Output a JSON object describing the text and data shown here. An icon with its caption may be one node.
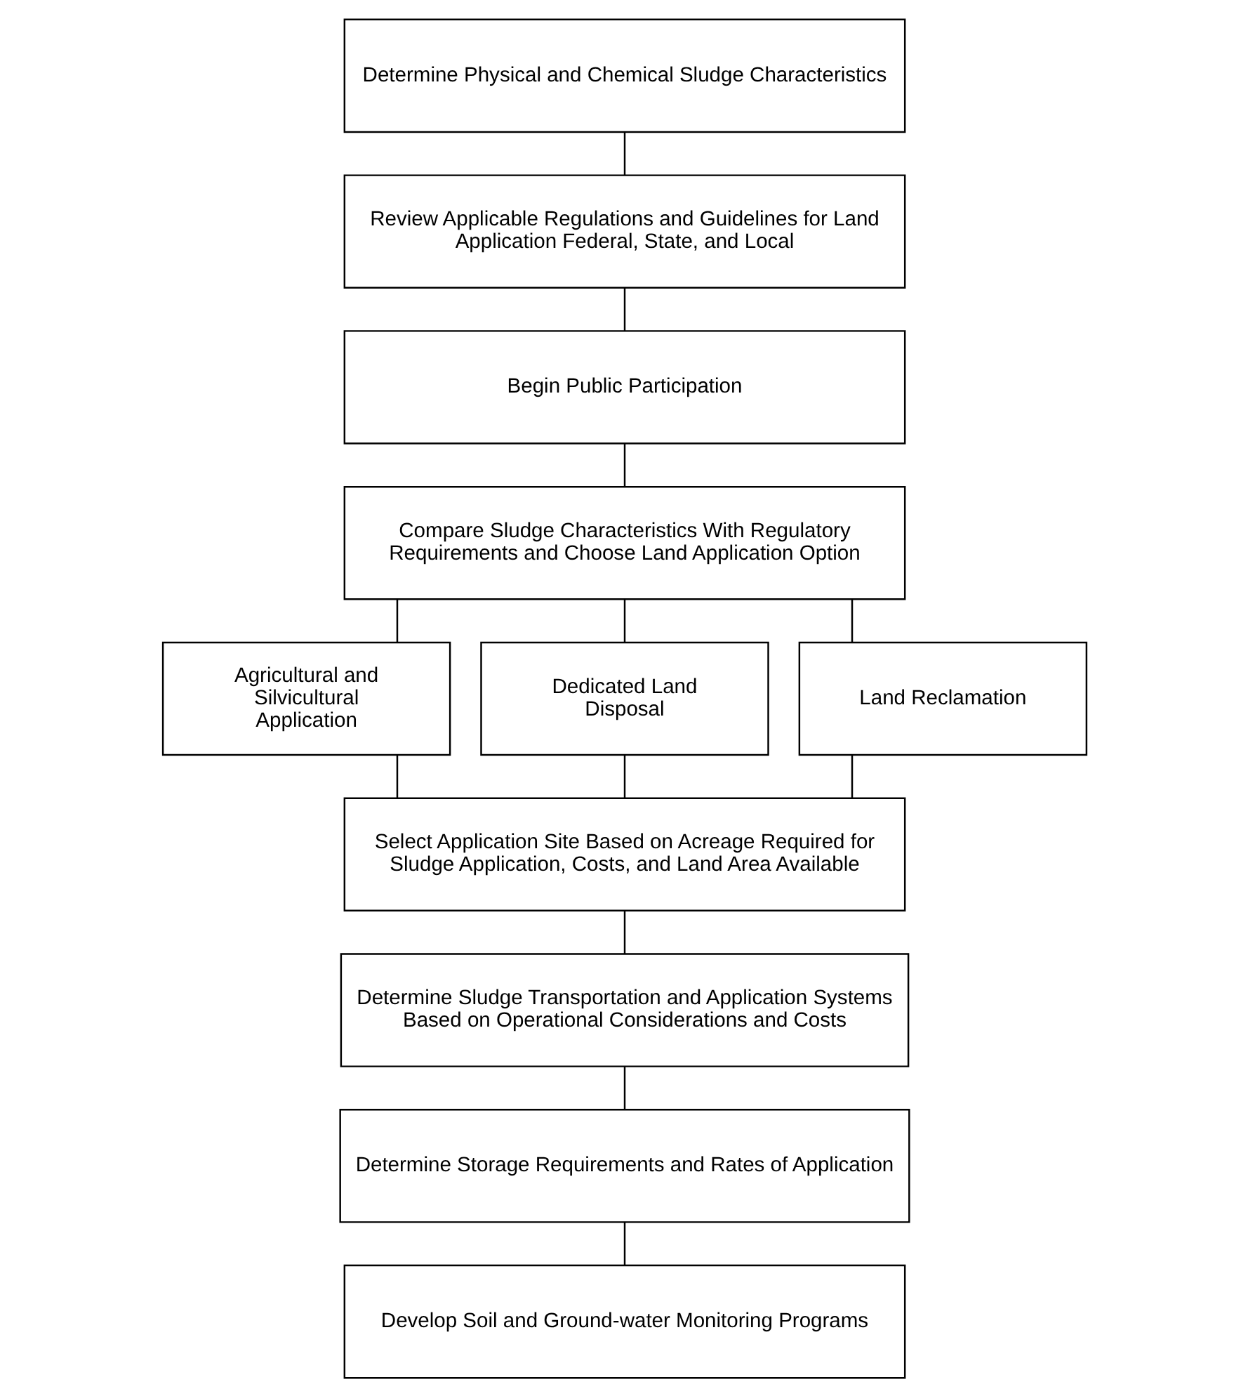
{
  "diagram": {
    "nodes": [
      {
        "text": [
          "Determine Physical and Chemical Sludge Characteristics"
        ]
      },
      {
        "text": [
          "Review Applicable Regulations and Guidelines for Land Application Federal, State, and Local"
        ]
      },
      {
        "text": [
          "Begin Public Participation"
        ]
      },
      {
        "text": [
          "Compare Sludge Characteristics With Regulatory Requirements and Choose Land Application Option"
        ]
      },
      {
        "text": [
          "Agricultural and Silvicultural Application"
        ]
      },
      {
        "text": [
          "Dedicated Land Disposal"
        ]
      },
      {
        "text": [
          "Land Reclamation"
        ]
      },
      {
        "text": [
          "Select Application Site Based on Acreage Required for Sludge Application, Costs, and Land Area Available"
        ]
      },
      {
        "text": [
          "Determine Sludge Transportation and Application Systems Based on Operational Considerations and Costs"
        ]
      },
      {
        "text": [
          "Determine Storage Requirements and Rates of Application"
        ]
      },
      {
        "text": [
          "Develop Soil and Ground-water Monitoring Programs"
        ]
      }
    ],
    "edges": [
      {
        "from": 0,
        "to": 1,
        "arrow": "none"
      },
      {
        "from": 1,
        "to": 2,
        "arrow": "none"
      },
      {
        "from": 2,
        "to": 3,
        "arrow": "none"
      },
      {
        "from": 3,
        "to": 4,
        "arrow": "none"
      },
      {
        "from": 3,
        "to": 5,
        "arrow": "none"
      },
      {
        "from": 3,
        "to": 6,
        "arrow": "none"
      },
      {
        "from": 4,
        "to": 7,
        "arrow": "none"
      },
      {
        "from": 5,
        "to": 7,
        "arrow": "none"
      },
      {
        "from": 6,
        "to": 7,
        "arrow": "none"
      },
      {
        "from": 7,
        "to": 8,
        "arrow": "none"
      },
      {
        "from": 8,
        "to": 9,
        "arrow": "none"
      },
      {
        "from": 9,
        "to": 10,
        "arrow": "none"
      }
    ]
  }
}
